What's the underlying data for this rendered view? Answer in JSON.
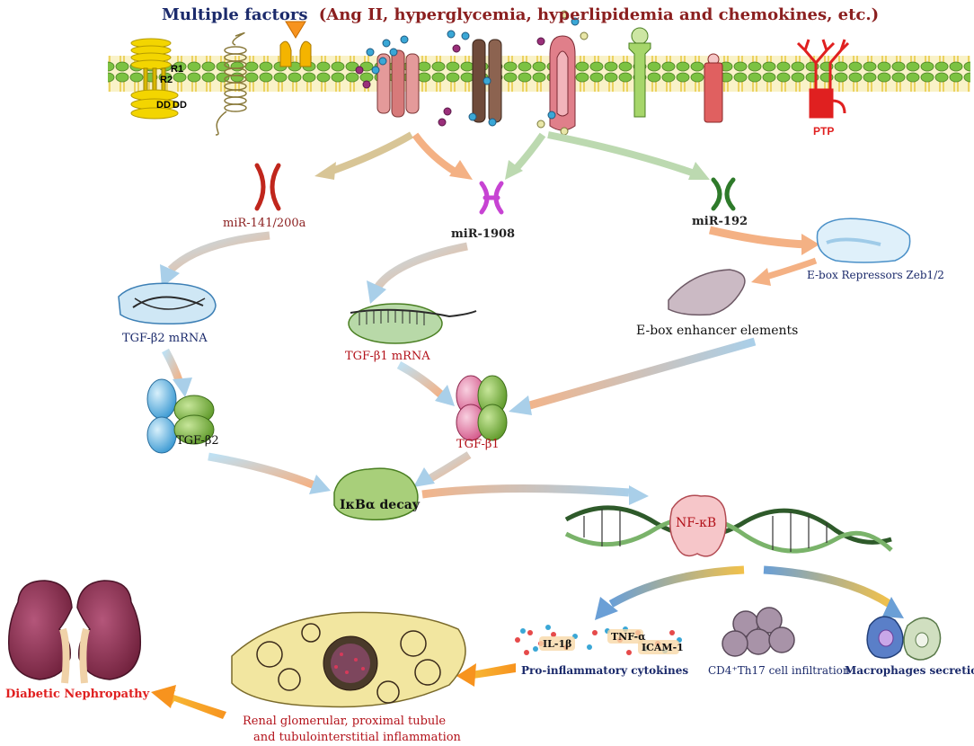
{
  "title": {
    "main": "Multiple factors",
    "sub": "(Ang II, hyperglycemia, hyperlipidemia and chemokines, etc.)"
  },
  "receptor_labels": {
    "r1": "R1",
    "r2": "R2",
    "dd1": "DD",
    "dd2": "DD",
    "ptp": "PTP"
  },
  "mirnas": {
    "left": "miR-141/200a",
    "center": "miR-1908",
    "right": "miR-192"
  },
  "nodes": {
    "tgfb2_mrna": "TGF-β2 mRNA",
    "tgfb1_mrna": "TGF-β1 mRNA",
    "ebox_repressors": "E-box Repressors Zeb1/2",
    "ebox_enhancer": "E-box enhancer elements",
    "tgfb2": "TGF-β2",
    "tgfb1": "TGF-β1",
    "ikba": "IκBα decay",
    "nfkb": "NF-κB"
  },
  "outcomes": {
    "il1b": "IL-1β",
    "tnfa": "TNF-α",
    "icam1": "ICAM-1",
    "cytokines": "Pro-inflammatory cytokines",
    "cd4": "CD4⁺Th17 cell infiltration",
    "macrophages": "Macrophages secretion",
    "renal_line1": "Renal glomerular, proximal tubule",
    "renal_line2": "and tubulointerstitial inflammation",
    "dn": "Diabetic Nephropathy"
  },
  "colors": {
    "title_main": "#1b2a6b",
    "title_sub": "#8b1f1f",
    "membrane_head": "#7cc242",
    "membrane_tail": "#f2d54a",
    "arrow_fill": "#f4b184",
    "arrow_edge": "#b5d6ee",
    "orange_arrow": "#f7931e",
    "kidney": "#8a2f4c",
    "red_label": "#b3121a",
    "navy_label": "#1b2a6b"
  }
}
